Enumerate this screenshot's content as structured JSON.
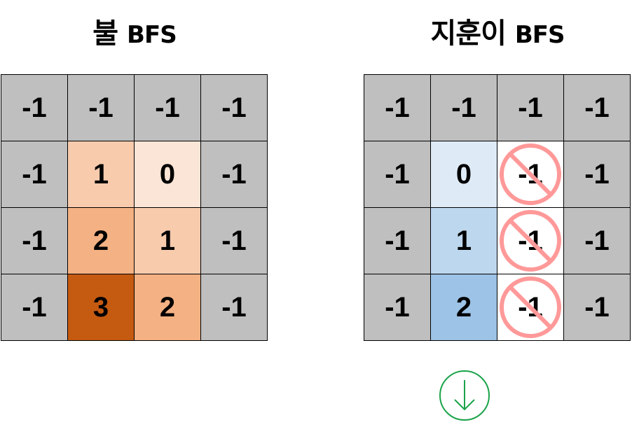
{
  "fire": {
    "title_main": "불",
    "title_suffix": "BFS",
    "cells": [
      [
        {
          "v": "-1",
          "c": "#bfbfbf"
        },
        {
          "v": "-1",
          "c": "#bfbfbf"
        },
        {
          "v": "-1",
          "c": "#bfbfbf"
        },
        {
          "v": "-1",
          "c": "#bfbfbf"
        }
      ],
      [
        {
          "v": "-1",
          "c": "#bfbfbf"
        },
        {
          "v": "1",
          "c": "#f8cbad"
        },
        {
          "v": "0",
          "c": "#fbe5d6"
        },
        {
          "v": "-1",
          "c": "#bfbfbf"
        }
      ],
      [
        {
          "v": "-1",
          "c": "#bfbfbf"
        },
        {
          "v": "2",
          "c": "#f4b183"
        },
        {
          "v": "1",
          "c": "#f8cbad"
        },
        {
          "v": "-1",
          "c": "#bfbfbf"
        }
      ],
      [
        {
          "v": "-1",
          "c": "#bfbfbf"
        },
        {
          "v": "3",
          "c": "#c55a11"
        },
        {
          "v": "2",
          "c": "#f4b183"
        },
        {
          "v": "-1",
          "c": "#bfbfbf"
        }
      ]
    ]
  },
  "jihoon": {
    "title_main": "지훈이",
    "title_suffix": "BFS",
    "cells": [
      [
        {
          "v": "-1",
          "c": "#bfbfbf"
        },
        {
          "v": "-1",
          "c": "#bfbfbf"
        },
        {
          "v": "-1",
          "c": "#bfbfbf"
        },
        {
          "v": "-1",
          "c": "#bfbfbf"
        }
      ],
      [
        {
          "v": "-1",
          "c": "#bfbfbf"
        },
        {
          "v": "0",
          "c": "#deebf7"
        },
        {
          "v": "-1",
          "c": "#ffffff",
          "forbidden": true
        },
        {
          "v": "-1",
          "c": "#bfbfbf"
        }
      ],
      [
        {
          "v": "-1",
          "c": "#bfbfbf"
        },
        {
          "v": "1",
          "c": "#bdd7ee"
        },
        {
          "v": "-1",
          "c": "#ffffff",
          "forbidden": true
        },
        {
          "v": "-1",
          "c": "#bfbfbf"
        }
      ],
      [
        {
          "v": "-1",
          "c": "#bfbfbf"
        },
        {
          "v": "2",
          "c": "#9dc3e6"
        },
        {
          "v": "-1",
          "c": "#ffffff",
          "forbidden": true
        },
        {
          "v": "-1",
          "c": "#bfbfbf"
        }
      ]
    ]
  },
  "icons": {
    "forbidden": "prohibited-icon",
    "arrow": "down-arrow-circle-icon",
    "forbidden_color": "#ff9999",
    "arrow_color": "#1aa34a"
  }
}
